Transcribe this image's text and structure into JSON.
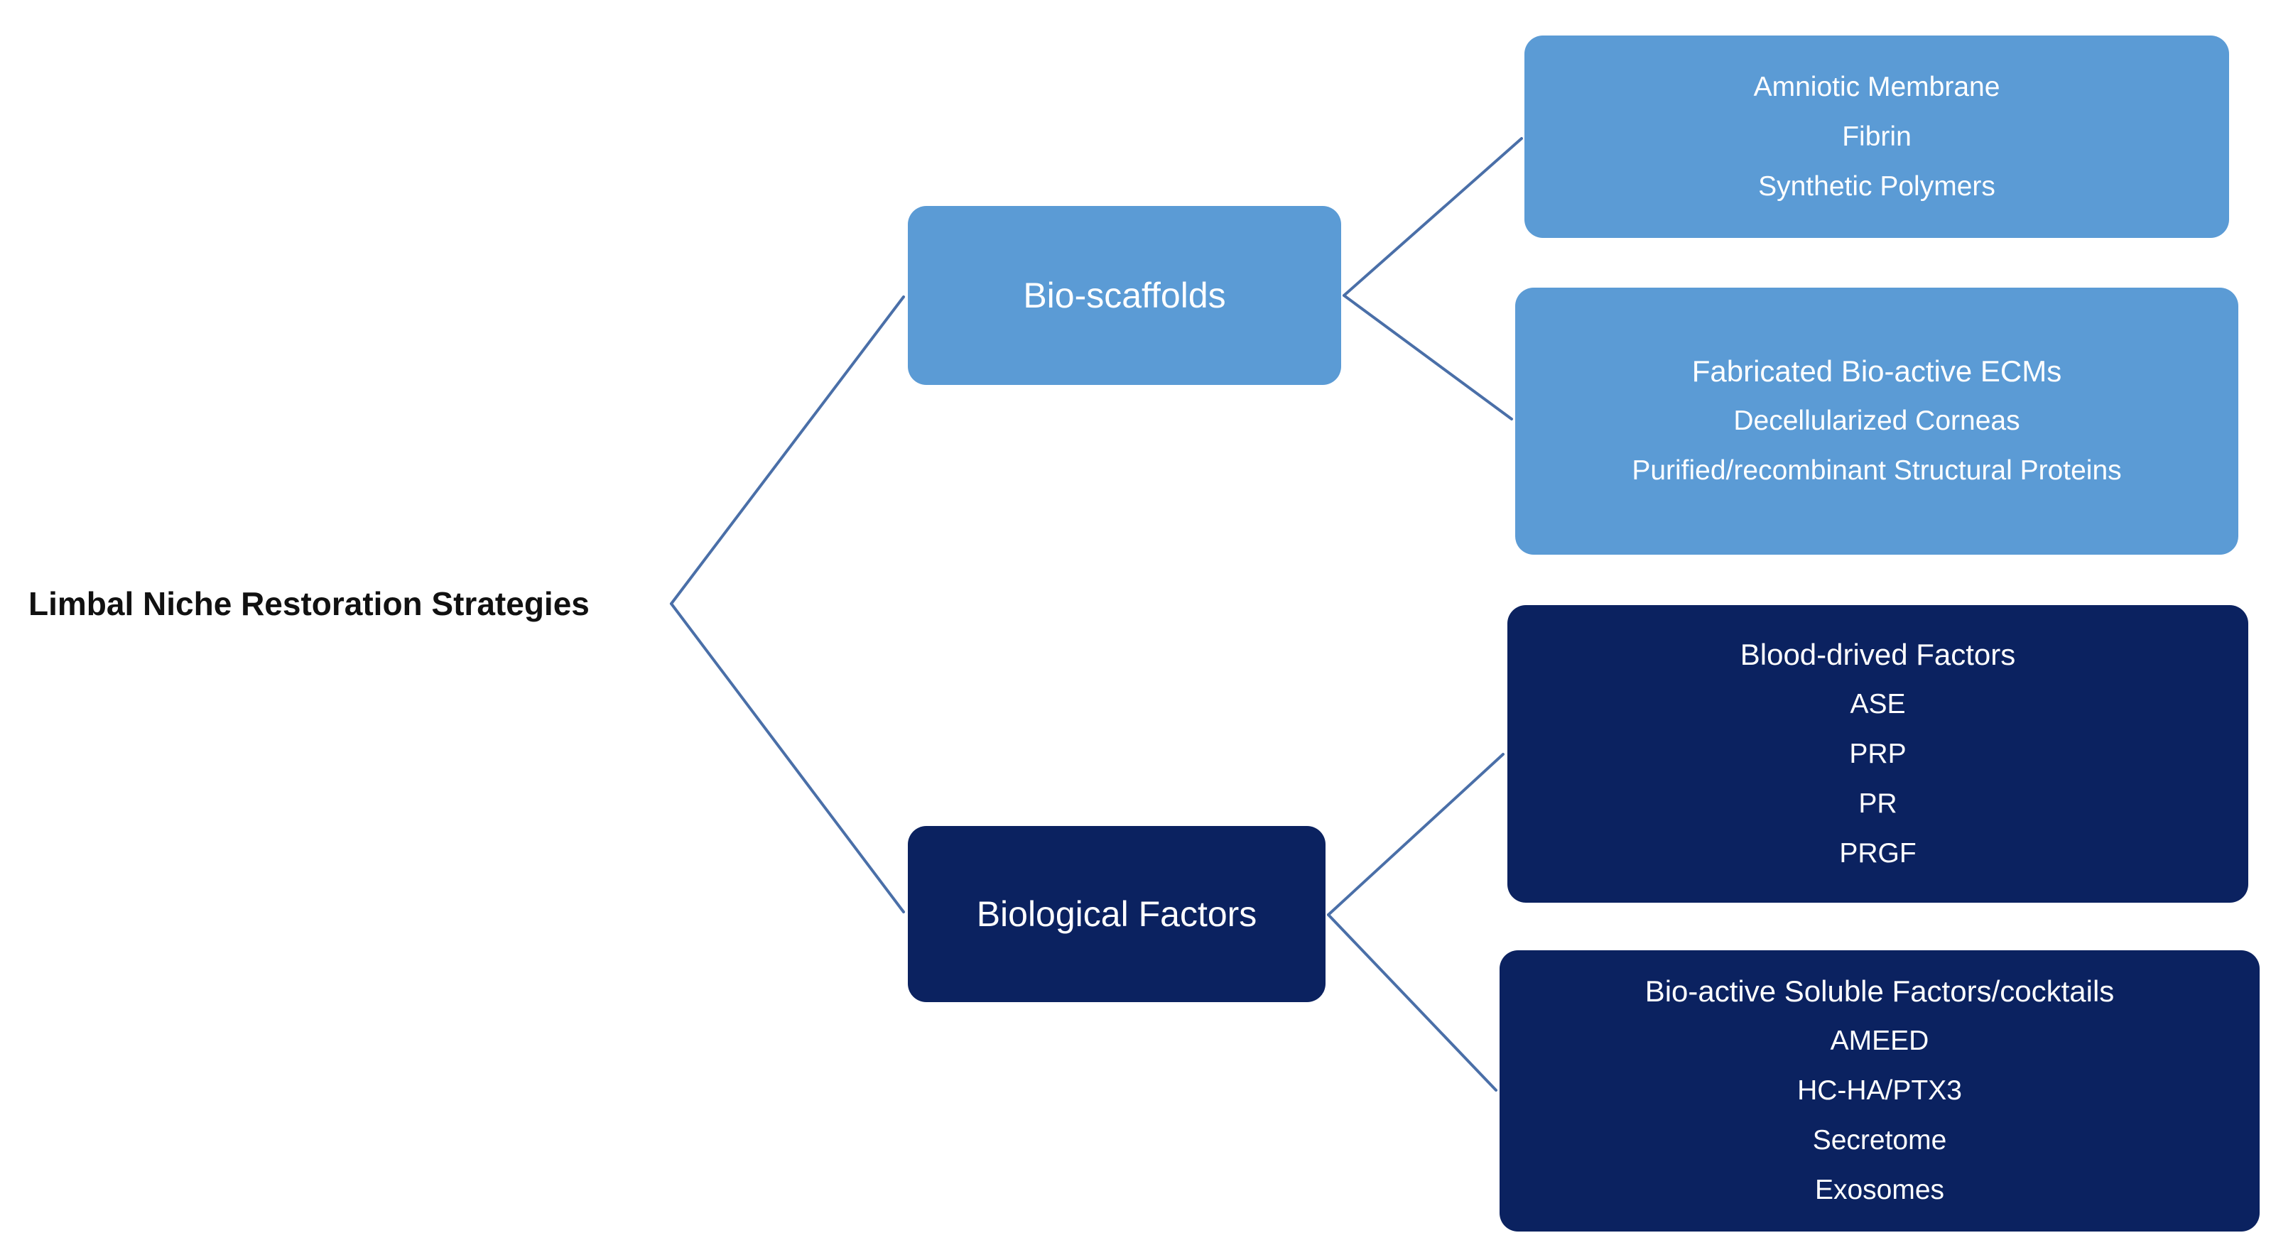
{
  "title": "Limbal Niche Restoration Strategies",
  "colors": {
    "scaffold_fill": "#5b9bd5",
    "factor_fill": "#0b2260",
    "connector": "#4a6fa8",
    "text_on_box": "#ffffff",
    "root_text": "#111111"
  },
  "branches": [
    {
      "label": "Bio-scaffolds",
      "groups": [
        {
          "title": "",
          "items": [
            "Amniotic Membrane",
            "Fibrin",
            "Synthetic Polymers"
          ]
        },
        {
          "title": "Fabricated Bio-active ECMs",
          "items": [
            "Decellularized Corneas",
            "Purified/recombinant Structural Proteins"
          ]
        }
      ]
    },
    {
      "label": "Biological Factors",
      "groups": [
        {
          "title": "Blood-drived Factors",
          "items": [
            "ASE",
            "PRP",
            "PR",
            "PRGF"
          ]
        },
        {
          "title": "Bio-active Soluble Factors/cocktails",
          "items": [
            "AMEED",
            "HC-HA/PTX3",
            "Secretome",
            "Exosomes"
          ]
        }
      ]
    }
  ]
}
